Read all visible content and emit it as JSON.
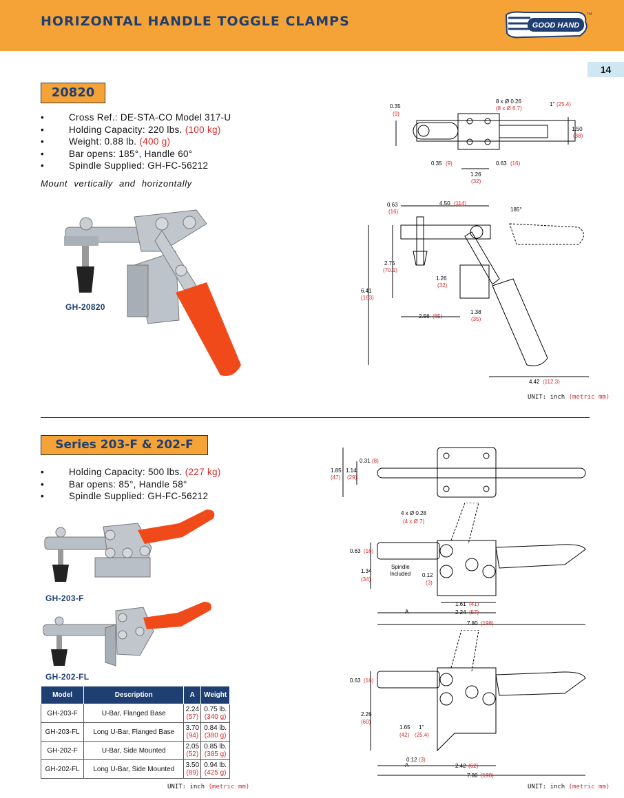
{
  "header": {
    "title": "HORIZONTAL HANDLE TOGGLE CLAMPS",
    "logo_text": "GOOD HAND",
    "tm": "TM"
  },
  "page_number": "14",
  "section1": {
    "model": "20820",
    "bullets": [
      {
        "text": "Cross Ref.: DE-STA-CO Model 317-U",
        "metric": ""
      },
      {
        "text": "Holding Capacity: 220 lbs.",
        "metric": "(100 kg)"
      },
      {
        "text": "Weight: 0.88 lb.",
        "metric": "(400 g)"
      },
      {
        "text": "Bar opens: 185°, Handle 60°",
        "metric": ""
      },
      {
        "text": "Spindle Supplied: GH-FC-56212",
        "metric": ""
      }
    ],
    "note": "Mount vertically and horizontally",
    "caption": "GH-20820",
    "unit": {
      "label": "UNIT: inch",
      "metric": "(metric mm)"
    },
    "dims": {
      "d1": "0.35",
      "d1m": "(9)",
      "d2": "8 x Ø 0.26",
      "d2m": "(8 x Ø 6.7)",
      "d3": "1\"",
      "d3m": "(25.4)",
      "d4": "1.50",
      "d4m": "(38)",
      "d5": "0.35",
      "d5m": "(9)",
      "d6": "0.63",
      "d6m": "(16)",
      "d7": "1.26",
      "d7m": "(32)",
      "d8": "0.63",
      "d8m": "(16)",
      "d9": "4.50",
      "d9m": "(114)",
      "d10": "185°",
      "d11": "2.75",
      "d11m": "(70.1)",
      "d12": "1.26",
      "d12m": "(32)",
      "d13": "6.41",
      "d13m": "(163)",
      "d14": "2.56",
      "d14m": "(65)",
      "d15": "1.38",
      "d15m": "(35)",
      "d16": "4.42",
      "d16m": "(112.3)"
    }
  },
  "section2": {
    "model": "Series 203-F & 202-F",
    "bullets": [
      {
        "text": "Holding Capacity: 500 lbs.",
        "metric": "(227 kg)"
      },
      {
        "text": "Bar opens: 85°, Handle 58°",
        "metric": ""
      },
      {
        "text": "Spindle Supplied: GH-FC-56212",
        "metric": ""
      }
    ],
    "caption1": "GH-203-F",
    "caption2": "GH-202-FL",
    "table": {
      "headers": [
        "Model",
        "Description",
        "A",
        "Weight"
      ],
      "rows": [
        {
          "model": "GH-203-F",
          "desc": "U-Bar, Flanged Base",
          "a": "2.24",
          "am": "(57)",
          "w": "0.75 lb.",
          "wm": "(340 g)"
        },
        {
          "model": "GH-203-FL",
          "desc": "Long U-Bar, Flanged Base",
          "a": "3.70",
          "am": "(94)",
          "w": "0.84 lb.",
          "wm": "(380 g)"
        },
        {
          "model": "GH-202-F",
          "desc": "U-Bar, Side Mounted",
          "a": "2.05",
          "am": "(52)",
          "w": "0.85 lb.",
          "wm": "(385 g)"
        },
        {
          "model": "GH-202-FL",
          "desc": "Long U-Bar, Side Mounted",
          "a": "3.50",
          "am": "(89)",
          "w": "0.94 lb.",
          "wm": "(425 g)"
        }
      ]
    },
    "unit_table": {
      "label": "UNIT: inch",
      "metric": "(metric mm)"
    },
    "unit_right": {
      "label": "UNIT: inch",
      "metric": "(metric mm)"
    },
    "dims": {
      "e1": "0.31",
      "e1m": "(8)",
      "e2": "1.85",
      "e2m": "(47)",
      "e3": "1.14",
      "e3m": "(29)",
      "e4": "4 x Ø 0.28",
      "e4m": "(4 x Ø 7)",
      "e5": "0.63",
      "e5m": "(16)",
      "e6": "Spindle",
      "e6b": "Included",
      "e7": "1.34",
      "e7m": "(34)",
      "e8": "0.12",
      "e8m": "(3)",
      "e9": "1.61",
      "e9m": "(41)",
      "e10": "A",
      "e11": "2.24",
      "e11m": "(57)",
      "e12": "7.80",
      "e12m": "(198)",
      "f1": "0.63",
      "f1m": "(16)",
      "f2": "2.26",
      "f2m": "(60)",
      "f3": "1.65",
      "f3m": "(42)",
      "f4": "1\"",
      "f4m": "(25.4)",
      "f5": "0.12",
      "f5m": "(3)",
      "f6": "A",
      "f7": "2.42",
      "f7m": "(62)",
      "f8": "7.80",
      "f8m": "(198)"
    }
  },
  "colors": {
    "header_bg": "#f5a336",
    "navy": "#1f3f72",
    "red": "#d62828",
    "page_tab": "#cfe7f3"
  }
}
